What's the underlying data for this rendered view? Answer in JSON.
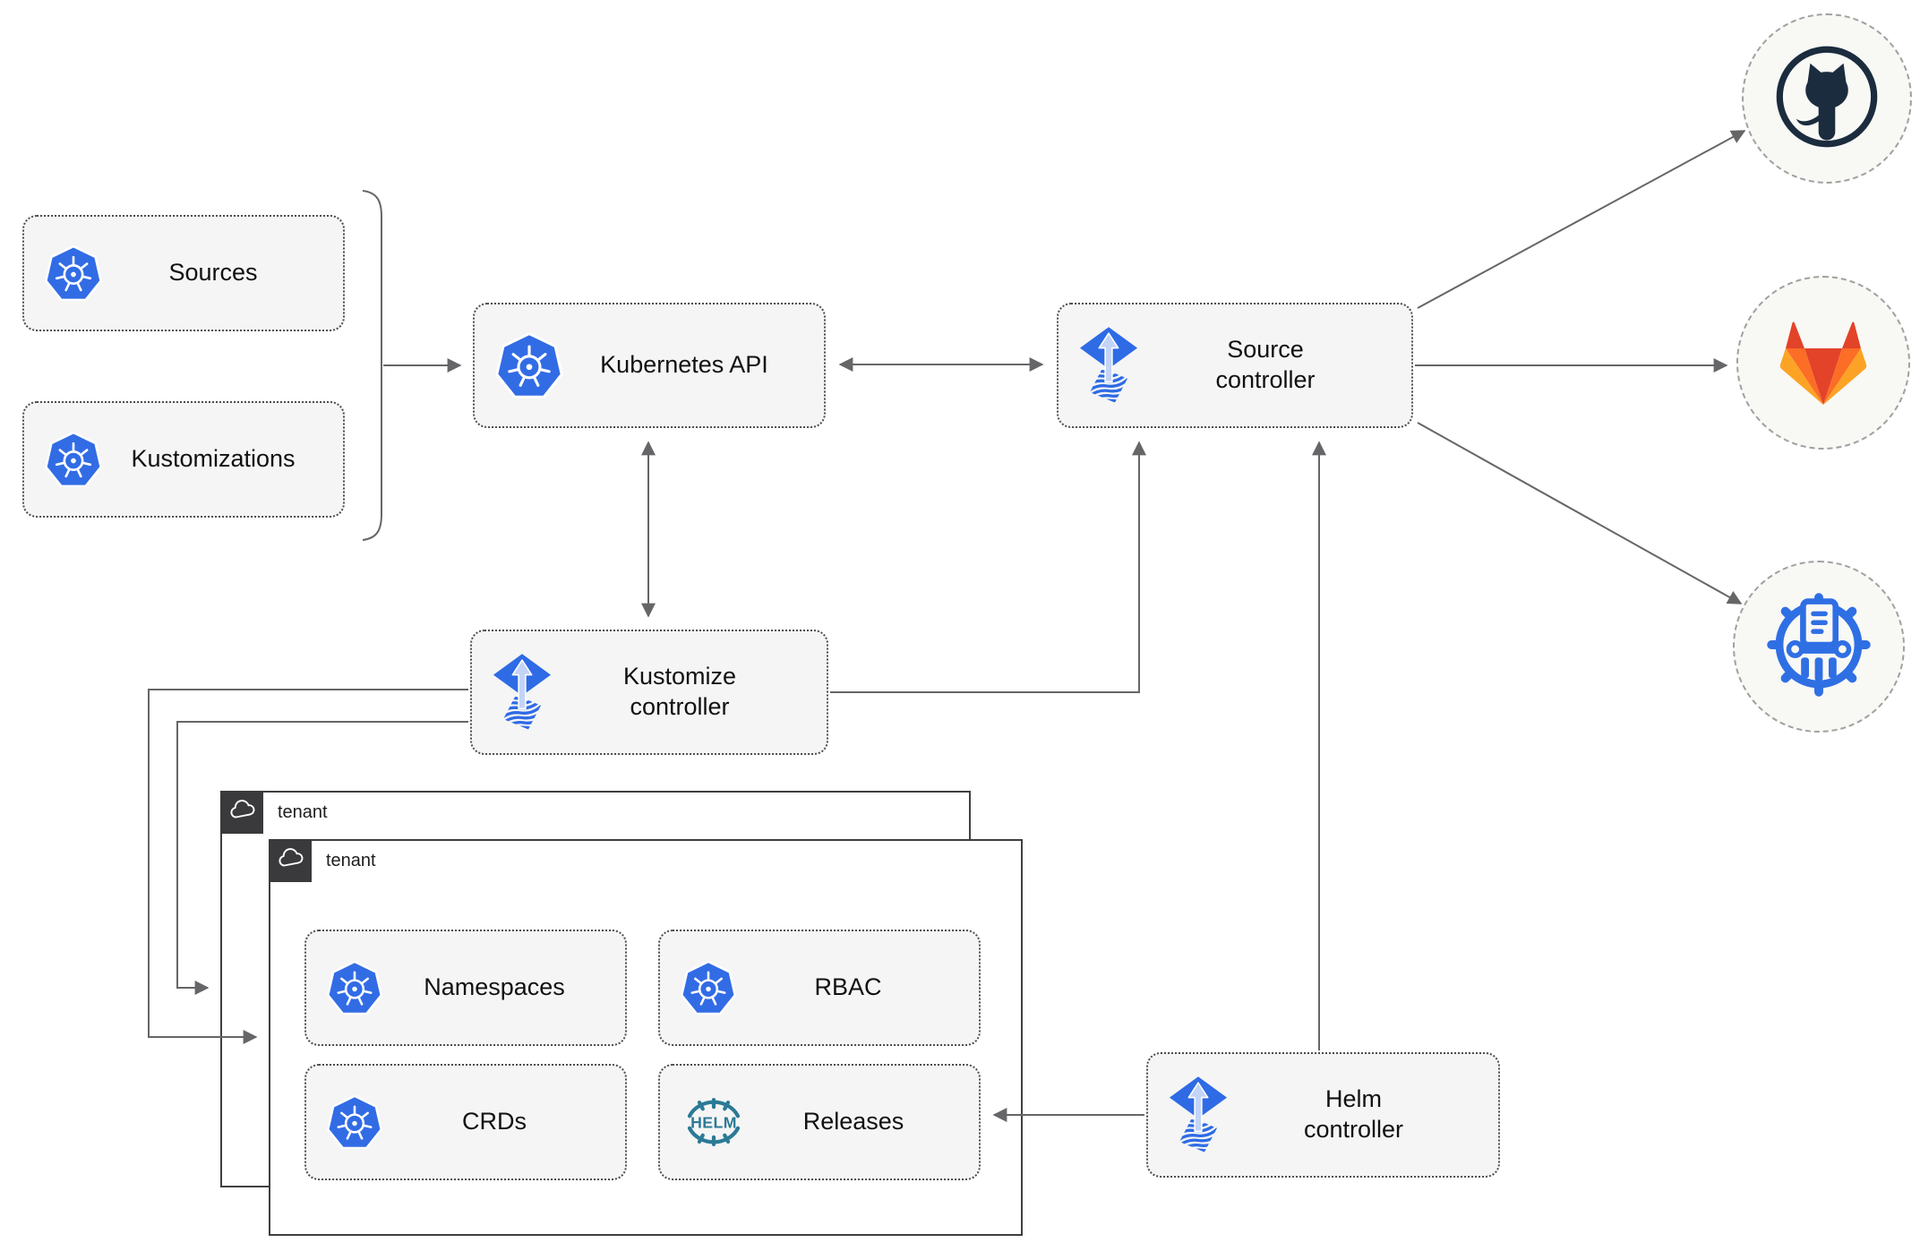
{
  "diagram": {
    "cluster_resources": [
      {
        "label": "Sources"
      },
      {
        "label": "Kustomizations"
      }
    ],
    "nodes": {
      "kubernetes_api": {
        "label": "Kubernetes API"
      },
      "source_controller": {
        "label": "Source\ncontroller"
      },
      "kustomize_controller": {
        "label": "Kustomize\ncontroller"
      },
      "helm_controller": {
        "label": "Helm\ncontroller"
      }
    },
    "tenants": {
      "back_label": "tenant",
      "front_label": "tenant"
    },
    "tenant_resources": [
      {
        "label": "Namespaces"
      },
      {
        "label": "RBAC"
      },
      {
        "label": "CRDs"
      },
      {
        "label": "Releases"
      }
    ],
    "remotes": [
      {
        "icon": "github-icon"
      },
      {
        "icon": "gitlab-icon"
      },
      {
        "icon": "chartmuseum-icon"
      }
    ],
    "colors": {
      "kubernetes_blue": "#326CE5",
      "flux_blue": "#2E6BE5",
      "flux_arrow_light": "#C3D4F6",
      "helm_teal": "#2B7A96",
      "github_navy": "#1B2C3E",
      "gitlab_orange": "#E24329",
      "gitlab_mid_orange": "#FC6D26",
      "gitlab_light_orange": "#FCA326",
      "chartmuseum_blue": "#2F6FE4",
      "connector_gray": "#666668",
      "node_fill": "#F5F5F5",
      "tenant_header_gray": "#3A3A3C"
    }
  }
}
